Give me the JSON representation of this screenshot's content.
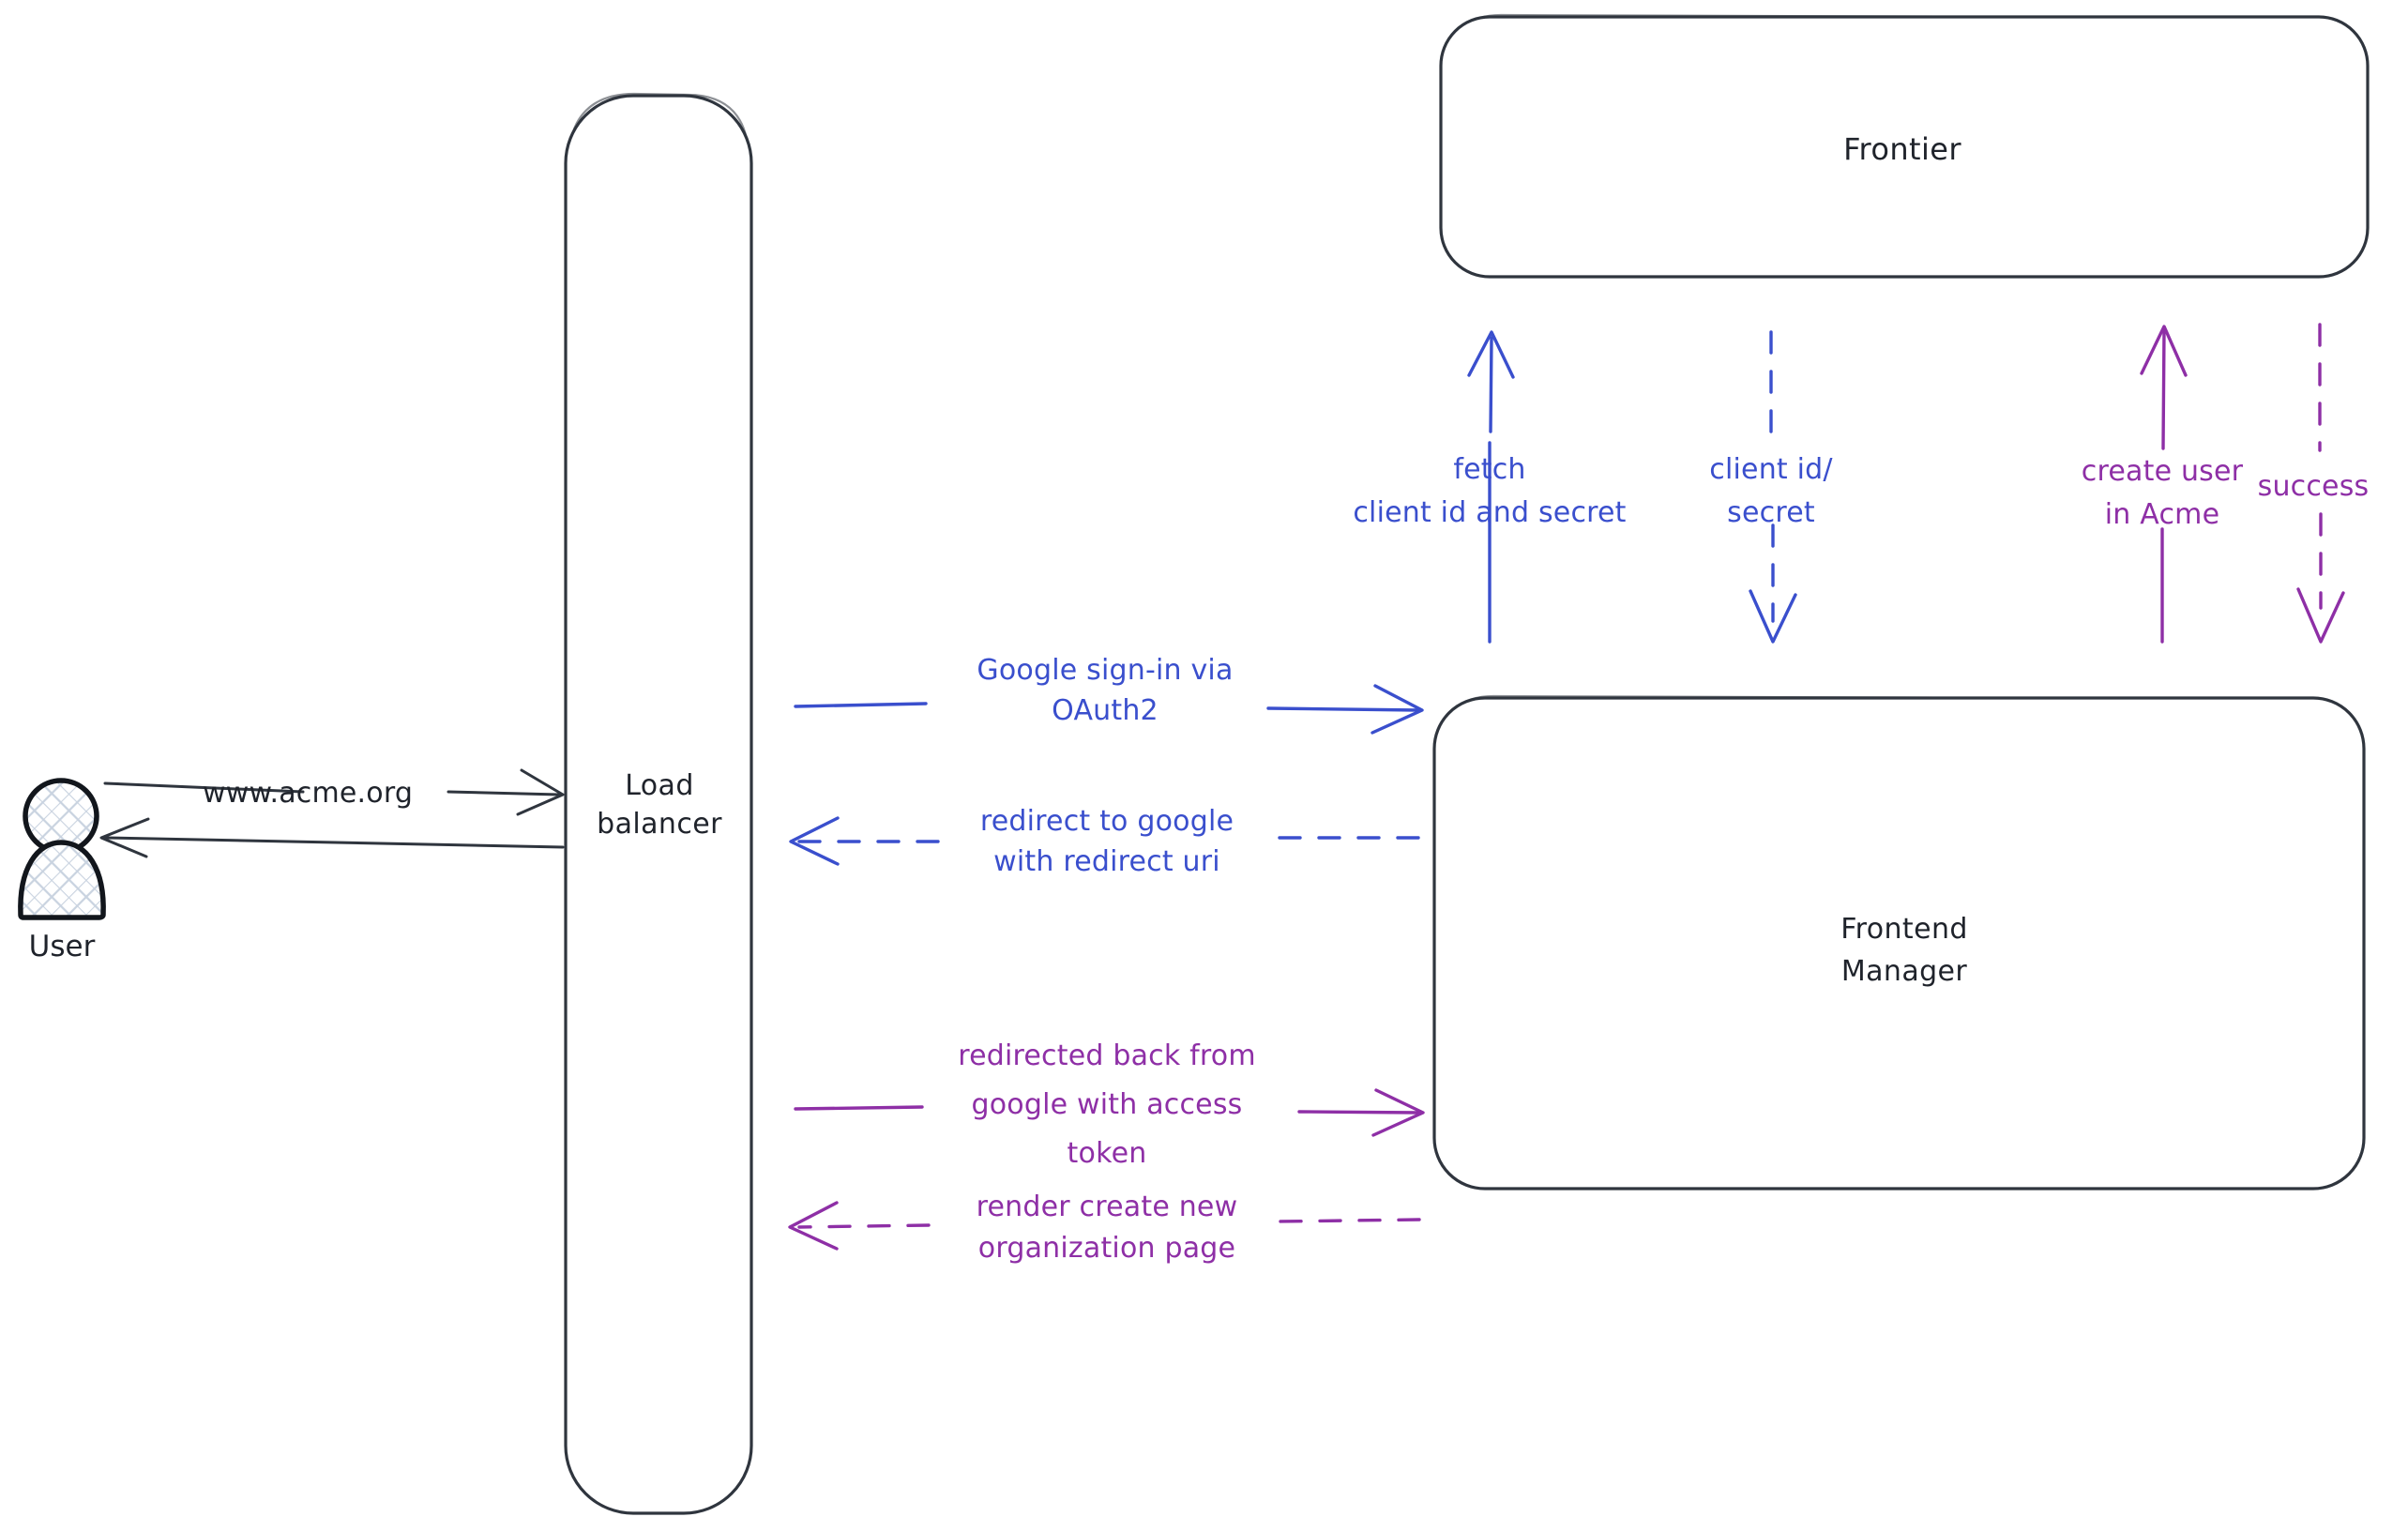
{
  "diagram": {
    "title": "Google OAuth2 sign-in sequence",
    "type": "architecture-sequence-diagram",
    "colors": {
      "stroke": "#2f353e",
      "blue": "#3a4fcd",
      "purple": "#8e2fa6",
      "grey": "#1f232b",
      "background": "#ffffff"
    },
    "actors": [
      {
        "id": "user",
        "label": "User",
        "shape": "person-hatched"
      }
    ],
    "nodes": [
      {
        "id": "load-balancer",
        "label_line1": "Load",
        "label_line2": "balancer",
        "shape": "rounded-rect-vertical"
      },
      {
        "id": "frontier",
        "label": "Frontier",
        "shape": "rounded-rect"
      },
      {
        "id": "frontend-manager",
        "label_line1": "Frontend",
        "label_line2": "Manager",
        "shape": "rounded-rect"
      }
    ],
    "edges": [
      {
        "id": "user-to-lb",
        "from": "user",
        "to": "load-balancer",
        "label": "www.acme.org",
        "color": "grey",
        "style": "solid",
        "direction": "right"
      },
      {
        "id": "lb-to-user",
        "from": "load-balancer",
        "to": "user",
        "label": "",
        "color": "grey",
        "style": "solid",
        "direction": "left"
      },
      {
        "id": "lb-to-fm-signin",
        "from": "load-balancer",
        "to": "frontend-manager",
        "label_line1": "Google sign-in via",
        "label_line2": "OAuth2",
        "color": "blue",
        "style": "solid",
        "direction": "right"
      },
      {
        "id": "fm-to-lb-redirect",
        "from": "frontend-manager",
        "to": "load-balancer",
        "label_line1": "redirect to google",
        "label_line2": "with redirect uri",
        "color": "blue",
        "style": "dashed",
        "direction": "left"
      },
      {
        "id": "lb-to-fm-token",
        "from": "load-balancer",
        "to": "frontend-manager",
        "label_line1": "redirected back from",
        "label_line2": "google with access",
        "label_line3": "token",
        "color": "purple",
        "style": "solid",
        "direction": "right"
      },
      {
        "id": "fm-to-lb-render",
        "from": "frontend-manager",
        "to": "load-balancer",
        "label_line1": "render create new",
        "label_line2": "organization page",
        "color": "purple",
        "style": "dashed",
        "direction": "left"
      },
      {
        "id": "fm-to-frontier-fetch",
        "from": "frontend-manager",
        "to": "frontier",
        "label_line1": "fetch",
        "label_line2": "client id and secret",
        "color": "blue",
        "style": "solid",
        "direction": "up"
      },
      {
        "id": "frontier-to-fm-creds",
        "from": "frontier",
        "to": "frontend-manager",
        "label_line1": "client id/",
        "label_line2": "secret",
        "color": "blue",
        "style": "dashed",
        "direction": "down"
      },
      {
        "id": "fm-to-frontier-create-user",
        "from": "frontend-manager",
        "to": "frontier",
        "label_line1": "create user",
        "label_line2": "in Acme",
        "color": "purple",
        "style": "solid",
        "direction": "up"
      },
      {
        "id": "frontier-to-fm-success",
        "from": "frontier",
        "to": "frontend-manager",
        "label": "success",
        "color": "purple",
        "style": "dashed",
        "direction": "down"
      }
    ]
  }
}
